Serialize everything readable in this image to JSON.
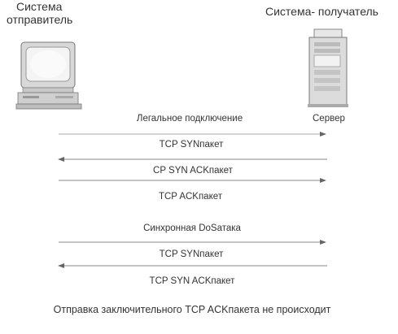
{
  "sender": {
    "title_line1": "Система",
    "title_line2": "отправитель"
  },
  "receiver": {
    "title": "Система- получатель",
    "server_label": "Сервер"
  },
  "legal": {
    "heading": "Легальное подключение",
    "msg1": "TCP SYNпакет",
    "msg2": "CP SYN ACKпакет",
    "msg3": "TCP ACKпакет"
  },
  "attack": {
    "heading": "Синхронная DoSатака",
    "msg1": "TCP SYNпакет",
    "msg2": "TCP SYN ACKпакет"
  },
  "footer": "Отправка заключительного TCP ACKпакета не происходит",
  "icons": [
    "desktop-computer-icon",
    "server-tower-icon"
  ]
}
